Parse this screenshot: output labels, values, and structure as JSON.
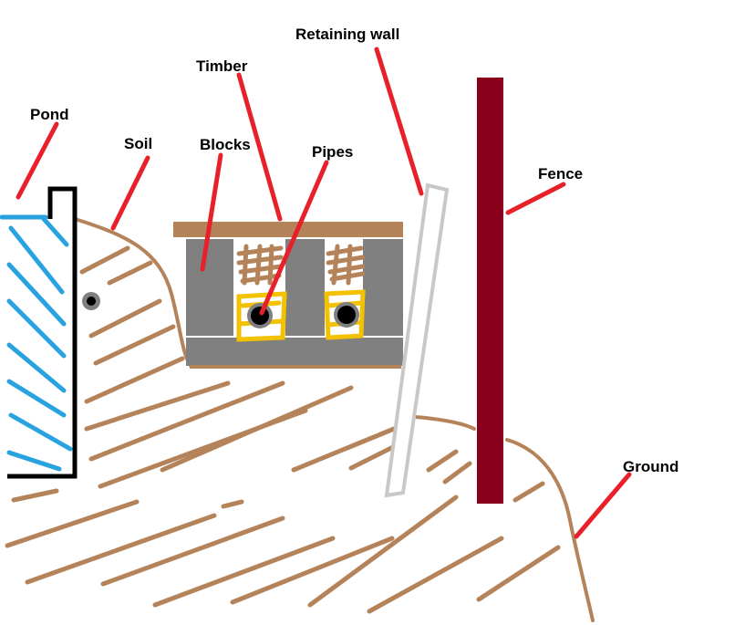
{
  "labels": {
    "pond": "Pond",
    "soil": "Soil",
    "blocks": "Blocks",
    "timber": "Timber",
    "pipes": "Pipes",
    "retaining_wall": "Retaining wall",
    "fence": "Fence",
    "ground": "Ground"
  },
  "colors": {
    "soil": "#b5835a",
    "pointer": "#e8202a",
    "water": "#29a3e0",
    "pond_wall": "#000000",
    "block": "#808080",
    "timber": "#b5835a",
    "pipe_fill": "#000000",
    "pipe_ring": "#7f7f7f",
    "pipe_packing": "#f2c200",
    "retaining_wall": "#c8c8c8",
    "fence": "#88001b"
  }
}
